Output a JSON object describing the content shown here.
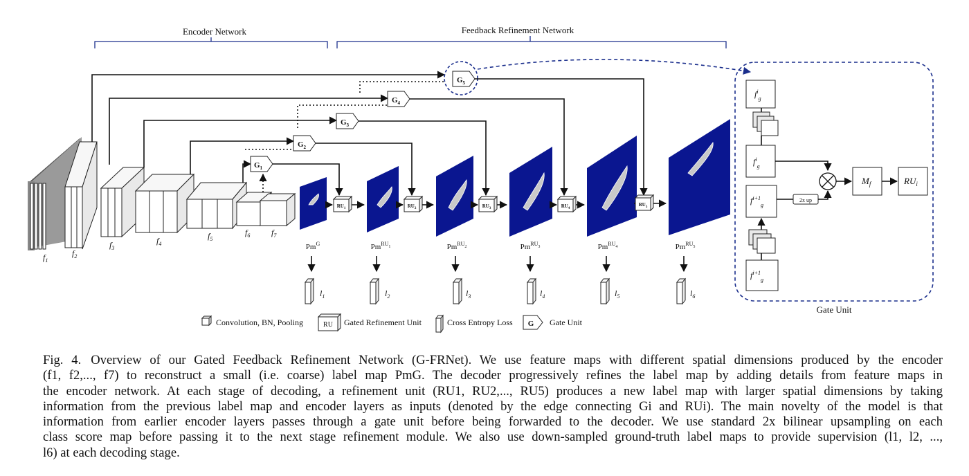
{
  "figure": {
    "encoder_label": "Encoder Network",
    "feedback_label": "Feedback Refinement Network",
    "gate_panel_label": "Gate Unit",
    "gates": [
      "G1",
      "G2",
      "G3",
      "G4",
      "G5"
    ],
    "refinement_units": [
      "RU1",
      "RU2",
      "RU3",
      "RU4",
      "RU5"
    ],
    "feature_labels": [
      "f1",
      "f2",
      "f3",
      "f4",
      "f5",
      "f6",
      "f7"
    ],
    "label_maps": [
      "PmG",
      "PmRU1",
      "PmRU2",
      "PmRU3",
      "PmRU4",
      "PmRU5"
    ],
    "losses": [
      "l1",
      "l2",
      "l3",
      "l4",
      "l5",
      "l6"
    ],
    "gate_panel": {
      "fig_top": "f^i_g",
      "fig_mid": "f^i_g",
      "fig_low": "f^{i+1}_g",
      "fig_bottom": "f^{i+1}_g",
      "upsample": "2x up",
      "mult": "⊗",
      "mf": "M_f",
      "ru": "RU_i"
    },
    "legend": {
      "conv": "Convolution, BN, Pooling",
      "ru_icon": "RU",
      "ru": "Gated Refinement Unit",
      "loss": "Cross Entropy Loss",
      "gate_icon": "G",
      "gate": "Gate Unit"
    },
    "colors": {
      "map_blue": "#0a1690",
      "panel_border": "#1a2e8c"
    }
  },
  "caption": {
    "label": "Fig. 4.",
    "lines": [
      "Overview of our Gated Feedback Refinement Network (G-FRNet). We use feature maps with different spatial dimensions produced by the encoder",
      "(f1, f2,..., f7) to reconstruct a small (i.e. coarse) label map PmG. The decoder progressively refines the label map by adding details from feature maps in",
      "the encoder network. At each stage of decoding, a refinement unit (RU1, RU2,..., RU5) produces a new label map with larger spatial dimensions by taking",
      "information from the previous label map and encoder layers as inputs (denoted by the edge connecting Gi and RUi). The main novelty of the model is that",
      "information from earlier encoder layers passes through a gate unit before being forwarded to the decoder. We use standard 2x bilinear upsampling on each",
      "class score map before passing it to the next stage refinement module. We also use down-sampled ground-truth label maps to provide supervision (l1, l2, ...,",
      "l6) at each decoding stage."
    ]
  }
}
